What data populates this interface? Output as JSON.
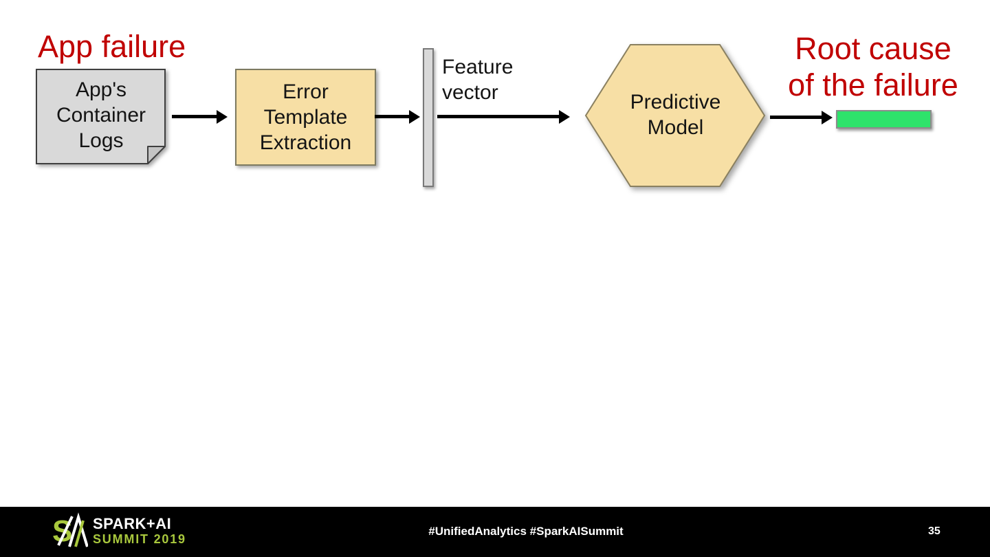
{
  "slide": {
    "title_left": "App failure",
    "title_right": "Root cause\nof the failure",
    "feature_vector_label": "Feature\nvector",
    "nodes": {
      "container_logs": "App's\nContainer\nLogs",
      "error_template": "Error\nTemplate\nExtraction",
      "predictive_model": "Predictive\nModel"
    },
    "colors": {
      "title_red": "#c00000",
      "node_tan": "#f7dfa5",
      "node_gray": "#d9d9d9",
      "result_green": "#2ee36b",
      "arrow_black": "#000000",
      "logo_green": "#a9c83d",
      "footer_black": "#000000"
    },
    "footer": {
      "logo_title": "SPARK+AI",
      "logo_subtitle": "SUMMIT 2019",
      "hashtags": "#UnifiedAnalytics #SparkAISummit",
      "page_number": "35"
    }
  }
}
